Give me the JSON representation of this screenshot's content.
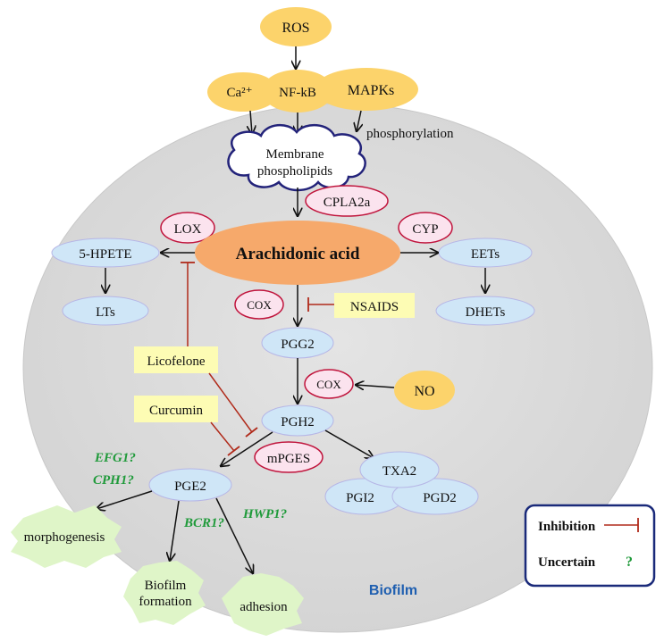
{
  "nodes": {
    "ros": "ROS",
    "ca": "Ca²⁺",
    "nfkb": "NF-kB",
    "mapks": "MAPKs",
    "phosphorylation": "phosphorylation",
    "membrane_line1": "Membrane",
    "membrane_line2": "phospholipids",
    "cpla2a": "CPLA2a",
    "lox": "LOX",
    "cyp": "CYP",
    "arachidonic": "Arachidonic acid",
    "hpete": "5-HPETE",
    "eets": "EETs",
    "lts": "LTs",
    "dhets": "DHETs",
    "cox1": "COX",
    "nsaids": "NSAIDS",
    "pgg2": "PGG2",
    "licofelone": "Licofelone",
    "cox2": "COX",
    "no": "NO",
    "curcumin": "Curcumin",
    "pgh2": "PGH2",
    "mpges": "mPGES",
    "efg1": "EFG1?",
    "cph1": "CPH1?",
    "pge2": "PGE2",
    "txa2": "TXA2",
    "pgi2": "PGI2",
    "pgd2": "PGD2",
    "bcr1": "BCR1?",
    "hwp1": "HWP1?",
    "morphogenesis": "morphogenesis",
    "biofilm_formation_line1": "Biofilm",
    "biofilm_formation_line2": "formation",
    "adhesion": "adhesion",
    "biofilm": "Biofilm"
  },
  "legend": {
    "inhibition": "Inhibition",
    "uncertain": "Uncertain",
    "uncertain_symbol": "?"
  },
  "colors": {
    "cell": "#dcdcdc",
    "yellow_node": "#fcd36b",
    "blue_node": "#cfe6f7",
    "pink_node": "#fbe3ee",
    "enzyme_border": "#c0143c",
    "arachidonic_fill": "#f6a96b",
    "inhibitor_box": "#fdfcb4",
    "inhibit_line": "#b02a1a",
    "green_text": "#1f9a3a",
    "biofilm_text": "#1f5fb0",
    "legend_border": "#1a2a7a",
    "outcome_fill": "#dff5c8"
  }
}
